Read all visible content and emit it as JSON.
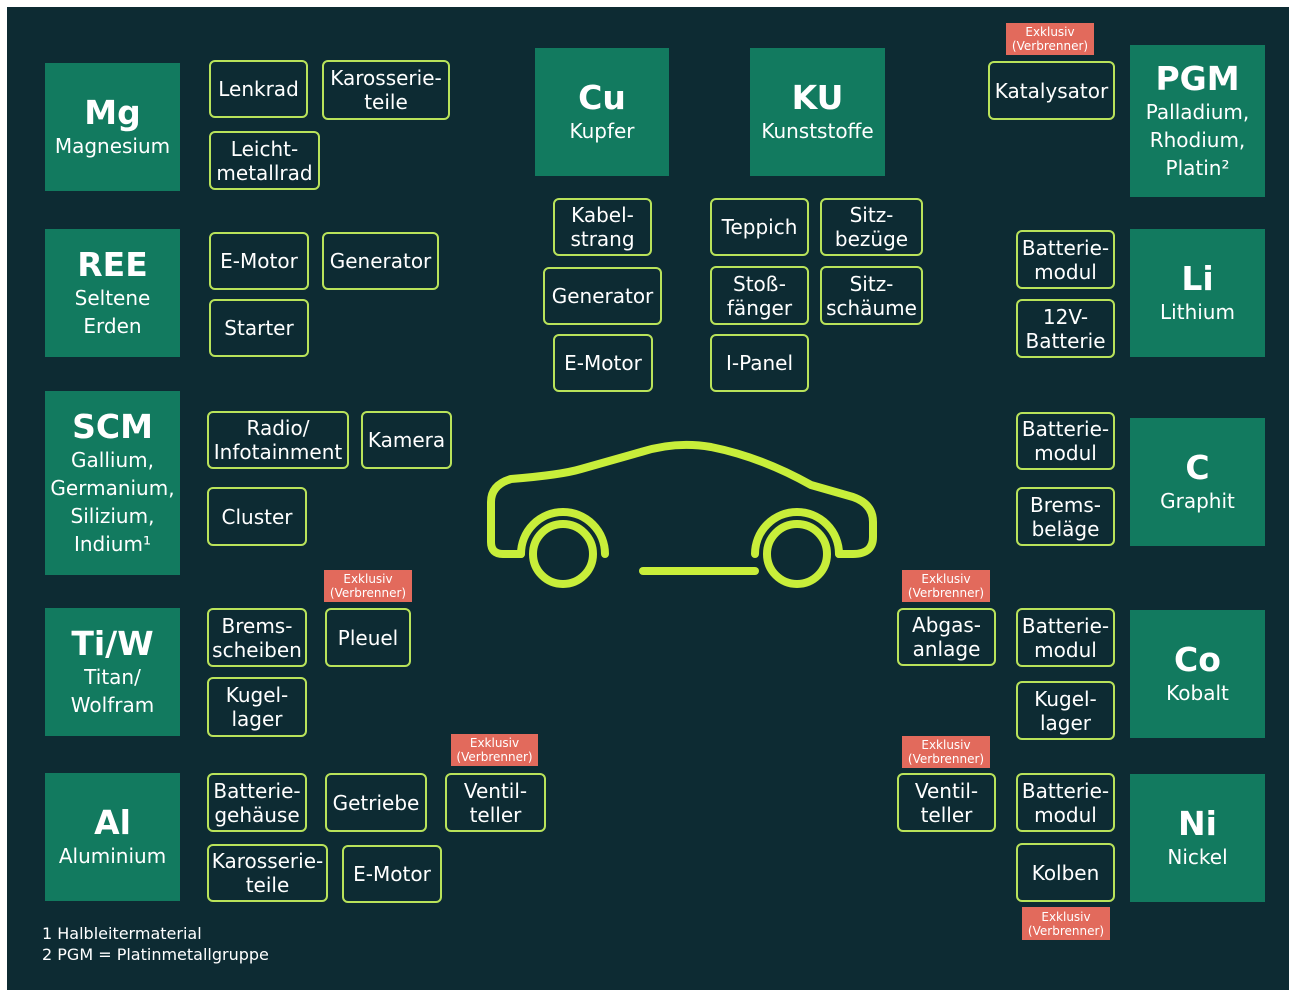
{
  "colors": {
    "background": "#0d2b33",
    "element_box": "#127a5f",
    "part_border": "#b9e35a",
    "badge": "#e26a5c",
    "car_outline": "#c8ee3a"
  },
  "badge_text": "Exklusiv\n(Verbrenner)",
  "elements": {
    "mg": {
      "symbol": "Mg",
      "name": "Magnesium"
    },
    "ree": {
      "symbol": "REE",
      "name": "Seltene\nErden"
    },
    "scm": {
      "symbol": "SCM",
      "name": "Gallium,\nGermanium,\nSilizium,\nIndium¹"
    },
    "tiw": {
      "symbol": "Ti/W",
      "name": "Titan/\nWolfram"
    },
    "al": {
      "symbol": "Al",
      "name": "Aluminium"
    },
    "cu": {
      "symbol": "Cu",
      "name": "Kupfer"
    },
    "ku": {
      "symbol": "KU",
      "name": "Kunststoffe"
    },
    "pgm": {
      "symbol": "PGM",
      "name": "Palladium,\nRhodium,\nPlatin²"
    },
    "li": {
      "symbol": "Li",
      "name": "Lithium"
    },
    "c": {
      "symbol": "C",
      "name": "Graphit"
    },
    "co": {
      "symbol": "Co",
      "name": "Kobalt"
    },
    "ni": {
      "symbol": "Ni",
      "name": "Nickel"
    }
  },
  "parts": {
    "mg_lenkrad": "Lenkrad",
    "mg_karosserieteile": "Karosserie-\nteile",
    "mg_leichtmetallrad": "Leicht-\nmetallrad",
    "ree_emotor": "E-Motor",
    "ree_generator": "Generator",
    "ree_starter": "Starter",
    "scm_radio": "Radio/\nInfotainment",
    "scm_kamera": "Kamera",
    "scm_cluster": "Cluster",
    "tiw_bremsscheiben": "Brems-\nscheiben",
    "tiw_pleuel": "Pleuel",
    "tiw_kugellager": "Kugel-\nlager",
    "al_batteriegehaeuse": "Batterie-\ngehäuse",
    "al_getriebe": "Getriebe",
    "al_ventilteller": "Ventil-\nteller",
    "al_karosserieteile": "Karosserie-\nteile",
    "al_emotor": "E-Motor",
    "cu_kabelstrang": "Kabel-\nstrang",
    "cu_generator": "Generator",
    "cu_emotor": "E-Motor",
    "ku_teppich": "Teppich",
    "ku_sitzbezuege": "Sitz-\nbezüge",
    "ku_stossfaenger": "Stoß-\nfänger",
    "ku_sitzschaeume": "Sitz-\nschäume",
    "ku_ipanel": "I-Panel",
    "pgm_katalysator": "Katalysator",
    "li_batteriemodul": "Batterie-\nmodul",
    "li_12v": "12V-\nBatterie",
    "c_batteriemodul": "Batterie-\nmodul",
    "c_bremsbelaege": "Brems-\nbeläge",
    "co_abgasanlage": "Abgas-\nanlage",
    "co_batteriemodul": "Batterie-\nmodul",
    "co_kugellager": "Kugel-\nlager",
    "ni_ventilteller": "Ventil-\nteller",
    "ni_batteriemodul": "Batterie-\nmodul",
    "ni_kolben": "Kolben"
  },
  "footnotes": {
    "note1": "1 Halbleitermaterial",
    "note2": "2 PGM = Platinmetallgruppe"
  }
}
